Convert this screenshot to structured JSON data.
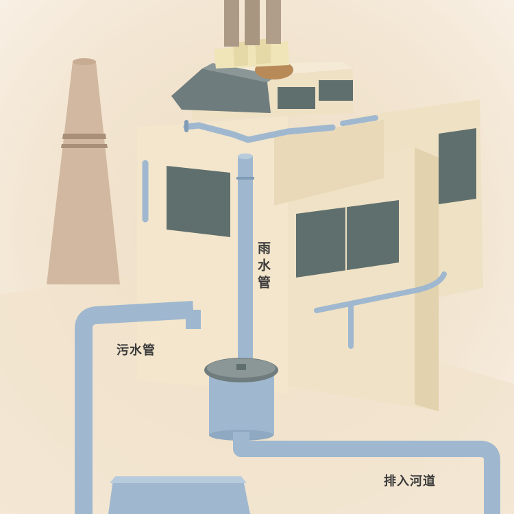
{
  "labels": {
    "rain_pipe": "雨水管",
    "sewage_pipe": "污水管",
    "river_outlet": "排入河道"
  },
  "colors": {
    "background": "#f6eadb",
    "building_wall": "#efe1c4",
    "building_shadow": "#e3d2ae",
    "window": "#5f6f6d",
    "pipe": "#9fb8cf",
    "pipe_dark": "#7f9bb5",
    "chimney": "#d2b8a0",
    "roof": "#6f7c7d"
  }
}
